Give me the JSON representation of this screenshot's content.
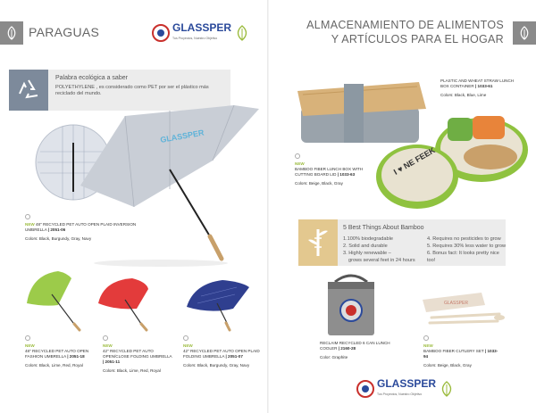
{
  "left": {
    "section_title": "PARAGUAS",
    "logo": {
      "word": "GLASSPER",
      "tagline": "Tus Proyectos, Nuestro Objetivo"
    },
    "eco": {
      "title": "Palabra ecológica a saber",
      "body": "POLYETHYLENE , es considerado como PET por ser el plástico más reciclado del mundo."
    },
    "hero_product": {
      "new": "NEW",
      "name": "48\" RECYCLED PET AUTO OPEN PLAID INVERSION UMBRELLA",
      "code": "| 2051-06",
      "colors": "Colors: Black, Burgundy, Gray, Navy"
    },
    "products": [
      {
        "new": "NEW",
        "name": "48\" RECYCLED PET AUTO OPEN FASHION UMBRELLA",
        "code": "| 2051-18",
        "colors": "Colors: Black, Lime, Red, Royal"
      },
      {
        "new": "NEW",
        "name": "42\" RECYCLED PET AUTO OPEN/CLOSE FOLDING UMBRELLA",
        "code": "| 2051-11",
        "colors": "Colors: Black, Lime, Red, Royal"
      },
      {
        "new": "NEW",
        "name": "42\" RECYCLED PET AUTO OPEN PLAID FOLDING UMBRELLA",
        "code": "| 2051-07",
        "colors": "Colors: Black, Burgundy, Gray, Navy"
      }
    ]
  },
  "right": {
    "section_title_line1": "ALMACENAMIENTO DE ALIMENTOS",
    "section_title_line2": "Y ARTÍCULOS PARA EL HOGAR",
    "lunch_box_bamboo": {
      "new": "NEW",
      "name": "BAMBOO FIBER LUNCH BOX WITH CUTTING BOARD LID",
      "code": "| 1033-63",
      "colors": "Colors: Beige, Black, Gray"
    },
    "lunch_box_straw": {
      "name": "PLASTIC AND WHEAT STRAW LUNCH BOX CONTAINER",
      "code": "| 1033-61",
      "colors": "Colors: Black, Blue, Lime"
    },
    "bamboo": {
      "title": "5 Best Things About Bamboo",
      "col1": [
        "1.100% biodegradable",
        "2. Solid and durable",
        "3. Highly renewable –",
        "grows several feet in 24 hours"
      ],
      "col2": [
        "4. Requires no pesticides to grow",
        "5. Requires 30% less water to grow",
        "6. Bonus fact: It looks pretty nice too!"
      ]
    },
    "cooler": {
      "name": "RECLAIM RECYCLED 6 CAN LUNCH COOLER",
      "code": "| 2160-28",
      "colors": "Color: Graphite"
    },
    "cutlery": {
      "new": "NEW",
      "name": "BAMBOO FIBER CUTLERY SET",
      "code": "| 1033-94",
      "colors": "Colors: Beige, Black, Gray"
    },
    "lid_text": "I ♥ NE FEEK",
    "logo": {
      "word": "GLASSPER",
      "tagline": "Tus Proyectos, Nuestro Objetivo"
    }
  },
  "colors": {
    "accent_green": "#9bbb3d",
    "header_gray": "#8a8a8a",
    "brand_blue": "#2b4a9b",
    "brand_red": "#c9302c"
  }
}
